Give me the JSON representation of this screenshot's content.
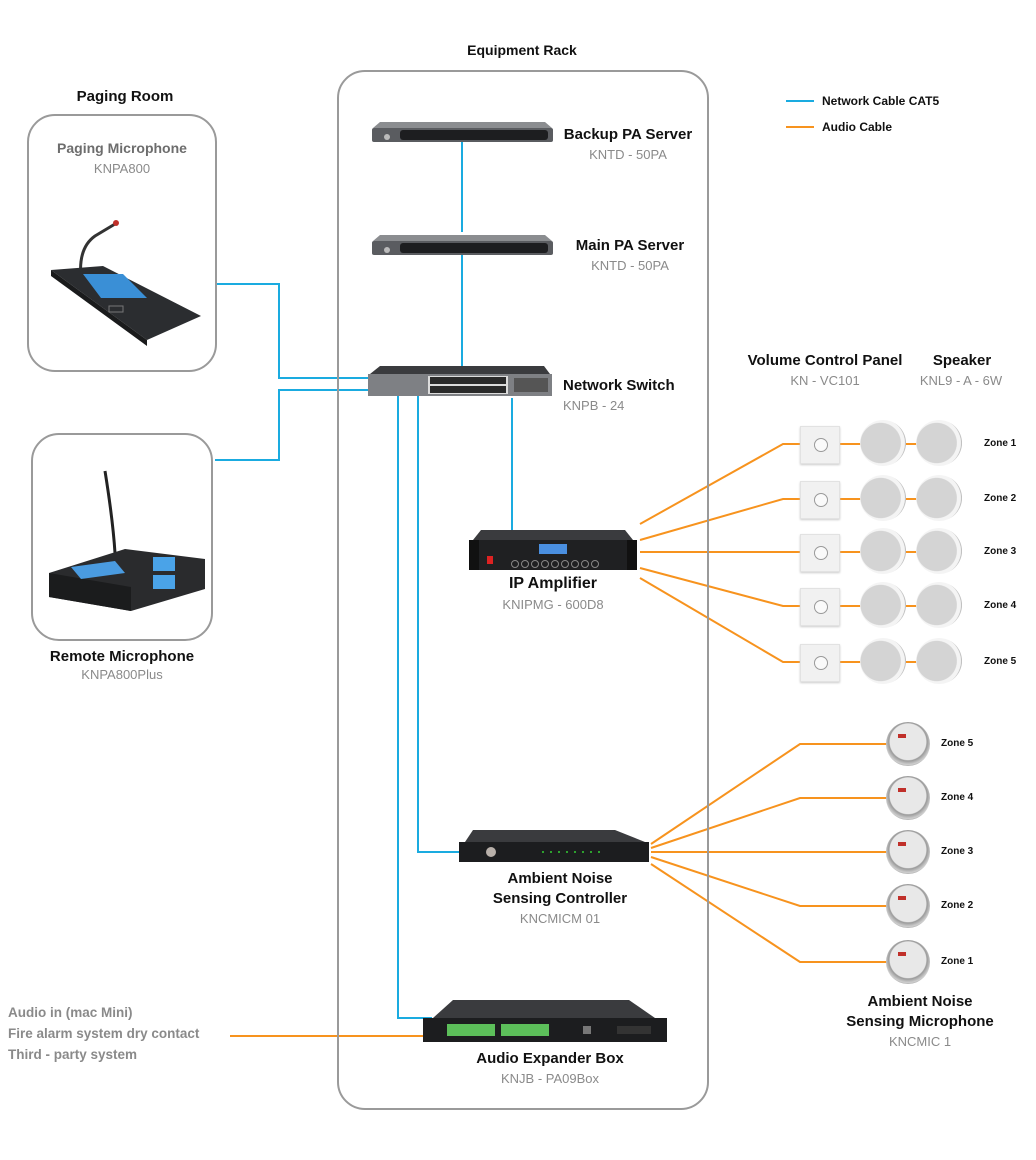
{
  "legend": {
    "items": [
      {
        "label": "Network Cable CAT5",
        "color": "#1AABE0"
      },
      {
        "label": "Audio Cable",
        "color": "#F7931E"
      }
    ]
  },
  "paging_room": {
    "title": "Paging Room",
    "paging_mic": {
      "name": "Paging Microphone",
      "model": "KNPA800"
    },
    "remote_mic": {
      "name": "Remote Microphone",
      "model": "KNPA800Plus"
    }
  },
  "rack": {
    "title": "Equipment Rack",
    "backup_server": {
      "name": "Backup PA Server",
      "model": "KNTD - 50PA"
    },
    "main_server": {
      "name": "Main PA Server",
      "model": "KNTD - 50PA"
    },
    "switch": {
      "name": "Network Switch",
      "model": "KNPB - 24"
    },
    "amplifier": {
      "name": "IP Amplifier",
      "model": "KNIPMG - 600D8"
    },
    "noise_controller": {
      "name_line1": "Ambient Noise",
      "name_line2": "Sensing Controller",
      "model": "KNCMICM 01"
    },
    "expander": {
      "name": "Audio Expander Box",
      "model": "KNJB - PA09Box"
    }
  },
  "speaker_section": {
    "volume_panel": {
      "name": "Volume Control Panel",
      "model": "KN - VC101"
    },
    "speaker": {
      "name": "Speaker",
      "model": "KNL9 - A - 6W"
    },
    "zones": [
      "Zone 1",
      "Zone 2",
      "Zone 3",
      "Zone 4",
      "Zone 5"
    ]
  },
  "noise_mic_section": {
    "name_line1": "Ambient Noise",
    "name_line2": "Sensing Microphone",
    "model": "KNCMIC 1",
    "zones": [
      "Zone 5",
      "Zone 4",
      "Zone 3",
      "Zone 2",
      "Zone 1"
    ]
  },
  "external_inputs": [
    "Audio in (mac Mini)",
    "Fire alarm system dry contact",
    "Third - party system"
  ]
}
